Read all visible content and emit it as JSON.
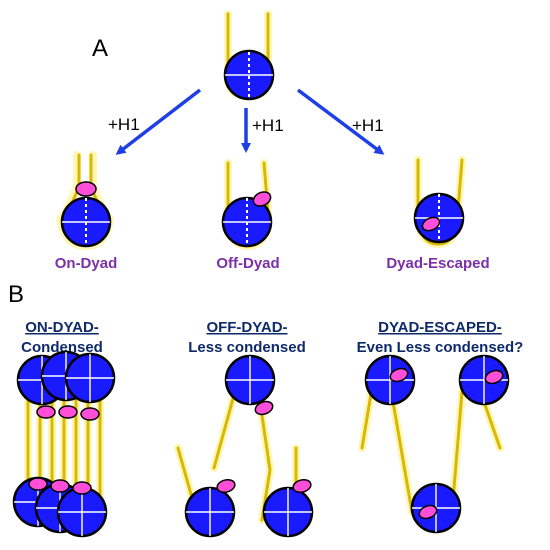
{
  "panel_a": {
    "letter": "A",
    "arrow_labels": [
      "+H1",
      "+H1",
      "+H1"
    ],
    "states": [
      "On-Dyad",
      "Off-Dyad",
      "Dyad-Escaped"
    ]
  },
  "panel_b": {
    "letter": "B",
    "sections": [
      {
        "line1": "ON-DYAD-",
        "line2": "Condensed"
      },
      {
        "line1": "OFF-DYAD-",
        "line2": "Less condensed"
      },
      {
        "line1": "DYAD-ESCAPED-",
        "line2": "Even Less condensed?"
      }
    ]
  },
  "colors": {
    "nucleosome_core": "#1a1aff",
    "linker_h1": "#ff4fd8",
    "dna": "#d8b800",
    "arrow": "#1f3fe6",
    "state_label": "#7b2fa8",
    "section_title": "#0f2a6b"
  }
}
